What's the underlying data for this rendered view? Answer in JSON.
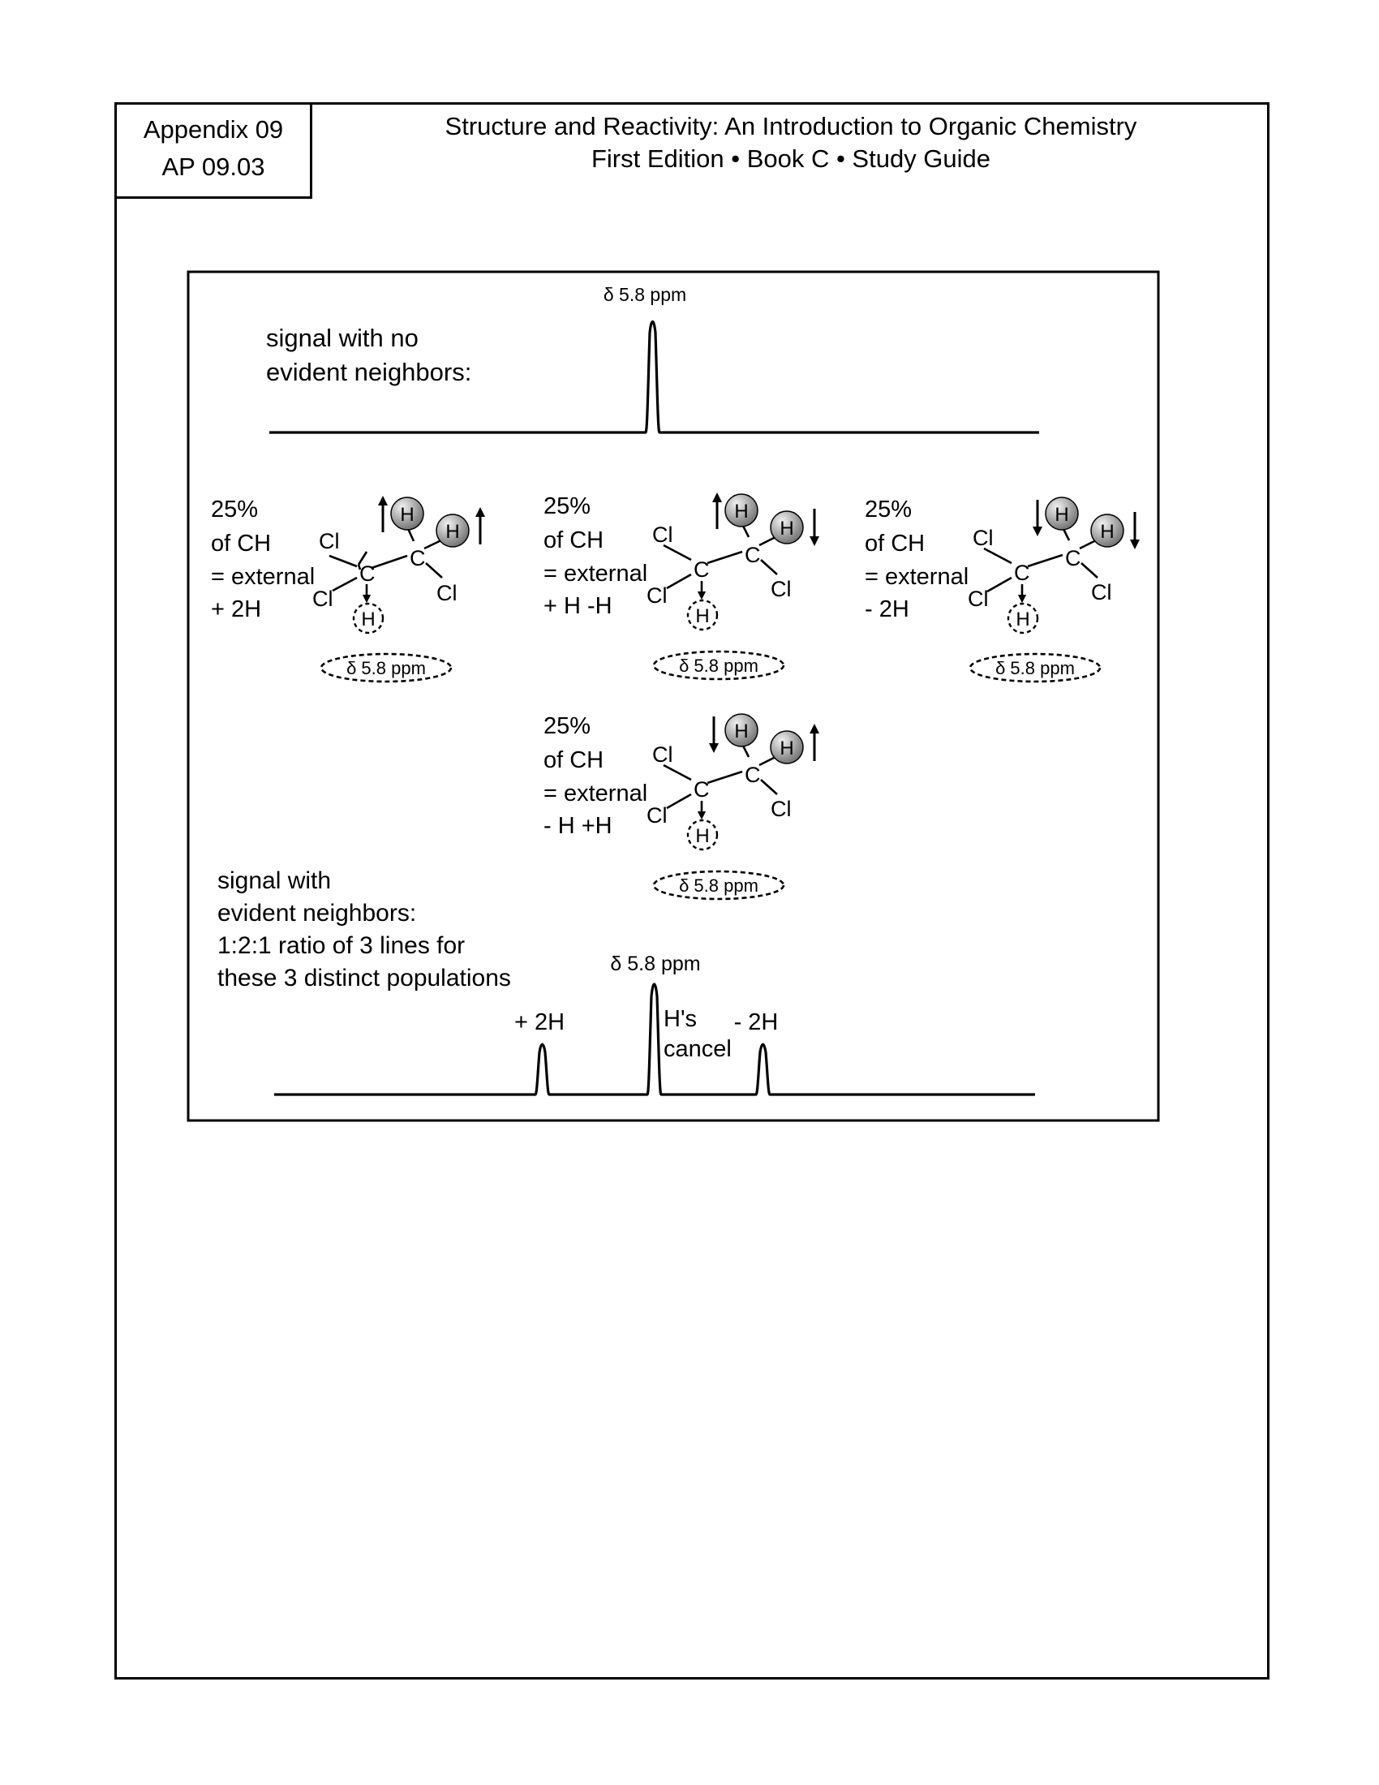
{
  "header": {
    "appendix_label": "Appendix 09",
    "appendix_code": "AP 09.03",
    "title_line1": "Structure and Reactivity: An Introduction to Organic Chemistry",
    "title_line2": "First Edition • Book C • Study Guide"
  },
  "top_spectrum": {
    "peak_label": "δ 5.8 ppm",
    "caption_line1": "signal with no",
    "caption_line2": "evident neighbors:"
  },
  "atoms": {
    "cl": "Cl",
    "c": "C",
    "h": "H"
  },
  "populations": [
    {
      "percent": "25%",
      "of": "of CH",
      "eq": "= external",
      "spins": "+ 2H",
      "shift": "δ 5.8 ppm",
      "arrow1": "up",
      "arrow2": "up"
    },
    {
      "percent": "25%",
      "of": "of CH",
      "eq": "= external",
      "spins": "+ H -H",
      "shift": "δ 5.8 ppm",
      "arrow1": "up",
      "arrow2": "down"
    },
    {
      "percent": "25%",
      "of": "of CH",
      "eq": "= external",
      "spins": "- 2H",
      "shift": "δ 5.8 ppm",
      "arrow1": "down",
      "arrow2": "down"
    },
    {
      "percent": "25%",
      "of": "of CH",
      "eq": "= external",
      "spins": "- H +H",
      "shift": "δ 5.8 ppm",
      "arrow1": "down",
      "arrow2": "up"
    }
  ],
  "bottom_spectrum": {
    "caption_lines": [
      "signal with",
      "evident neighbors:",
      "1:2:1 ratio of 3 lines for",
      "these 3 distinct populations"
    ],
    "center_label": "δ 5.8 ppm",
    "left_label": "+ 2H",
    "right_label": "- 2H",
    "cancel_line1": "H's",
    "cancel_line2": "cancel",
    "relative_intensities": [
      1,
      2,
      1
    ]
  },
  "colors": {
    "line": "#000000",
    "h_atom_gradient_light": "#f2f2f2",
    "h_atom_gradient_dark": "#6e6e6e"
  }
}
